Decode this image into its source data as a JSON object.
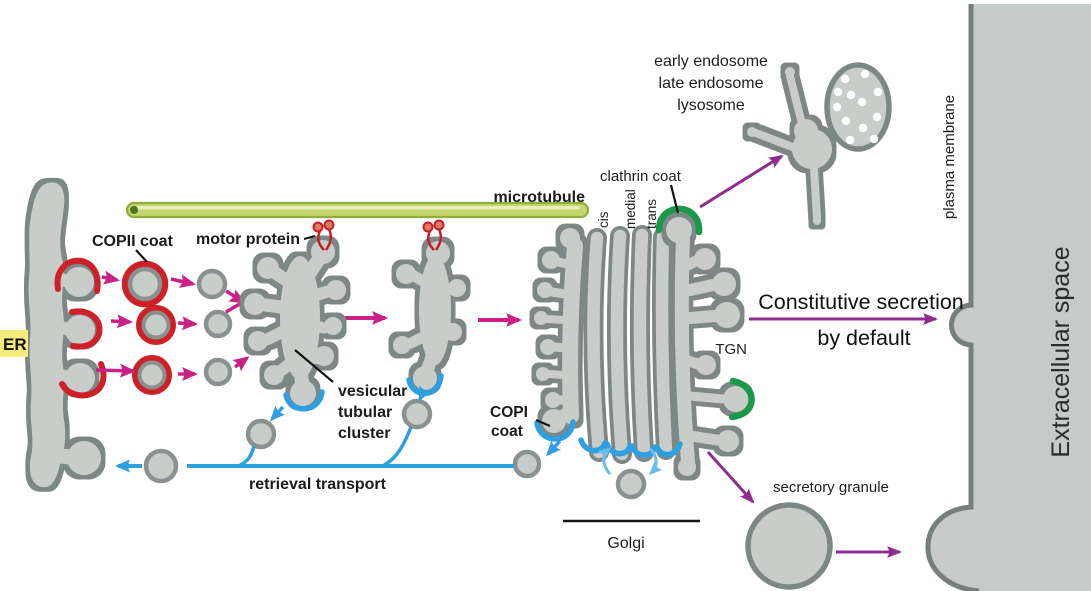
{
  "labels": {
    "er": "ER",
    "copii_coat": "COPII coat",
    "motor_protein": "motor protein",
    "microtubule": "microtubule",
    "vtc_lines": [
      "vesicular",
      "tubular",
      "cluster"
    ],
    "retrieval_transport": "retrieval transport",
    "copi_coat_lines": [
      "COPI",
      "coat"
    ],
    "clathrin_coat": "clathrin coat",
    "golgi_faces": {
      "cis": "cis",
      "medial": "medial",
      "trans": "trans"
    },
    "endosome_lines": [
      "early endosome",
      "late endosome",
      "lysosome"
    ],
    "tgn": "TGN",
    "golgi": "Golgi",
    "secretory_granule": "secretory granule",
    "constitutive_secretion_lines": [
      "Constitutive secretion",
      "by default"
    ],
    "plasma_membrane": "plasma membrane",
    "extracellular_space": "Extracellular space"
  },
  "colors": {
    "organelle_fill": "#c9cdc9",
    "organelle_outline": "#7d8886",
    "copii_red": "#ce2027",
    "copi_blue": "#2e9fe0",
    "light_blue": "#6cbbea",
    "clathrin_green": "#1a9a48",
    "transport_magenta": "#c92185",
    "secretion_purple": "#8e2d90",
    "microtubule_green": "#c3d66f",
    "microtubule_edge": "#8fae3c",
    "er_label_highlight": "#f6ec7d",
    "membrane_fill": "#c6cac8",
    "membrane_edge": "#75807e"
  }
}
